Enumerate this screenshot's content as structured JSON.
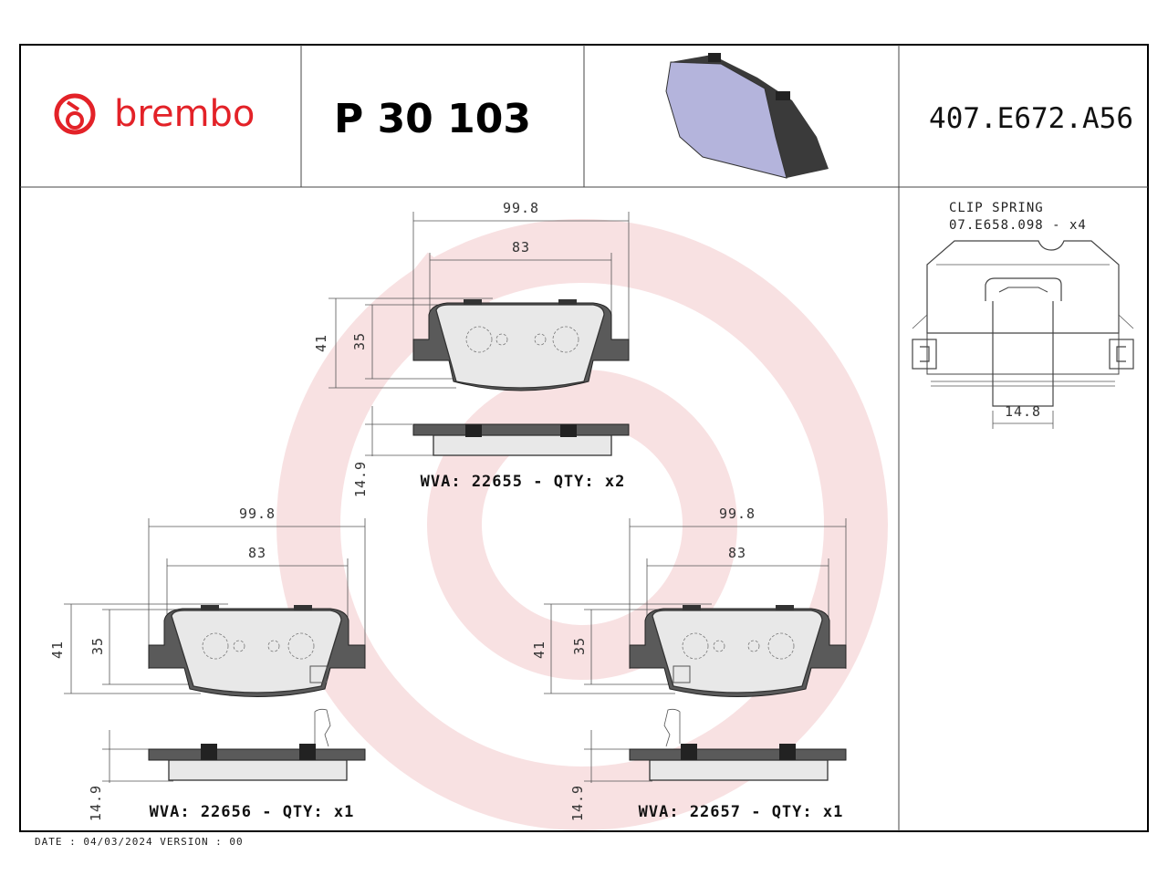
{
  "header": {
    "brand": "brembo",
    "product_code": "P 30 103",
    "reference": "407.E672.A56"
  },
  "clip": {
    "title": "CLIP SPRING",
    "code": "07.E658.098 - x4",
    "dim_width": "14.8"
  },
  "views": {
    "top": {
      "dim_overall": "99.8",
      "dim_inner": "83",
      "dim_height": "41",
      "dim_friction_height": "35",
      "dim_thickness": "14.9",
      "label": "WVA: 22655 - QTY: x2"
    },
    "left": {
      "dim_overall": "99.8",
      "dim_inner": "83",
      "dim_height": "41",
      "dim_friction_height": "35",
      "dim_thickness": "14.9",
      "label": "WVA: 22656 - QTY: x1"
    },
    "right": {
      "dim_overall": "99.8",
      "dim_inner": "83",
      "dim_height": "41",
      "dim_friction_height": "35",
      "dim_thickness": "14.9",
      "label": "WVA: 22657 - QTY: x1"
    }
  },
  "footer": {
    "text": "DATE : 04/03/2024 VERSION : 00"
  },
  "colors": {
    "brand_red": "#e32228",
    "watermark": "#f3c9cb",
    "preview_pad": "#b4b4dc"
  }
}
